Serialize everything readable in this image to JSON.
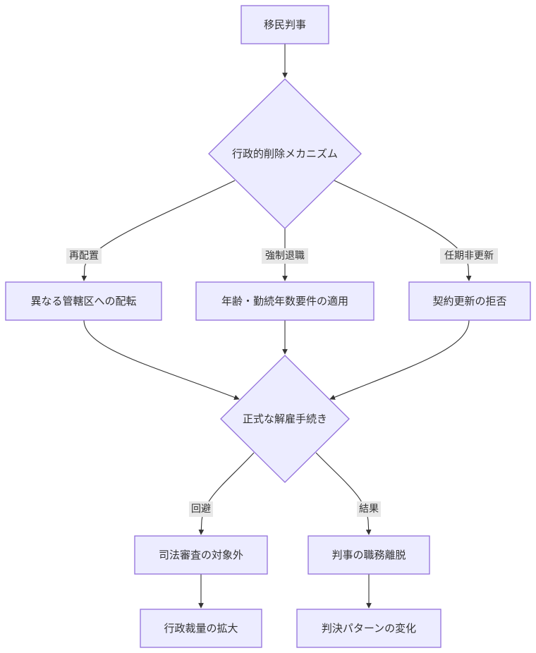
{
  "nodes": {
    "immigration_judge": "移民判事",
    "removal_mechanism": "行政的削除メカニズム",
    "transfer": "異なる管轄区への配転",
    "age_requirement": "年齢・勤続年数要件の適用",
    "contract_refusal": "契約更新の拒否",
    "formal_dismissal": "正式な解雇手続き",
    "no_judicial_review": "司法審査の対象外",
    "judge_departure": "判事の職務離脱",
    "expanded_discretion": "行政裁量の拡大",
    "ruling_change": "判決パターンの変化"
  },
  "edge_labels": {
    "reassignment": "再配置",
    "forced_retirement": "強制退職",
    "non_renewal": "任期非更新",
    "avoidance": "回避",
    "result": "結果"
  }
}
